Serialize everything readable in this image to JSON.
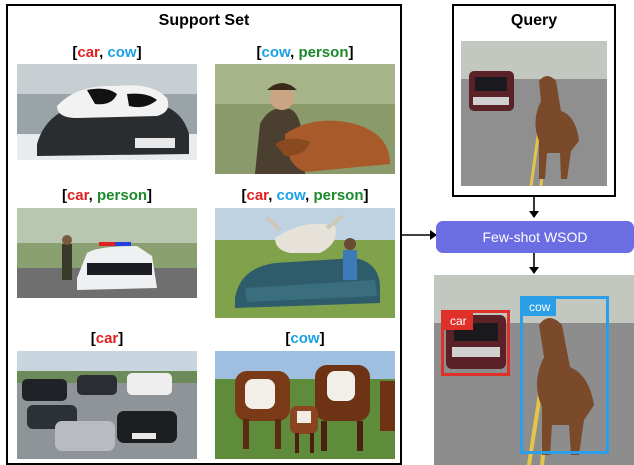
{
  "support_set": {
    "title": "Support Set",
    "items": [
      {
        "labels": [
          {
            "text": "car",
            "cls": "car"
          },
          {
            "text": "cow",
            "cls": "cow"
          }
        ]
      },
      {
        "labels": [
          {
            "text": "cow",
            "cls": "cow"
          },
          {
            "text": "person",
            "cls": "person"
          }
        ]
      },
      {
        "labels": [
          {
            "text": "car",
            "cls": "car"
          },
          {
            "text": "person",
            "cls": "person"
          }
        ]
      },
      {
        "labels": [
          {
            "text": "car",
            "cls": "car"
          },
          {
            "text": "cow",
            "cls": "cow"
          },
          {
            "text": "person",
            "cls": "person"
          }
        ]
      },
      {
        "labels": [
          {
            "text": "car",
            "cls": "car"
          }
        ]
      },
      {
        "labels": [
          {
            "text": "cow",
            "cls": "cow"
          }
        ]
      }
    ]
  },
  "query": {
    "title": "Query"
  },
  "process": {
    "label": "Few-shot WSOD"
  },
  "detections": [
    {
      "label": "car",
      "color": "#e0302a"
    },
    {
      "label": "cow",
      "color": "#2a9ee6"
    }
  ],
  "colors": {
    "car": "#e02020",
    "cow": "#1aa0e6",
    "person": "#1a8a2a",
    "wsod": "#6b6ee3"
  }
}
